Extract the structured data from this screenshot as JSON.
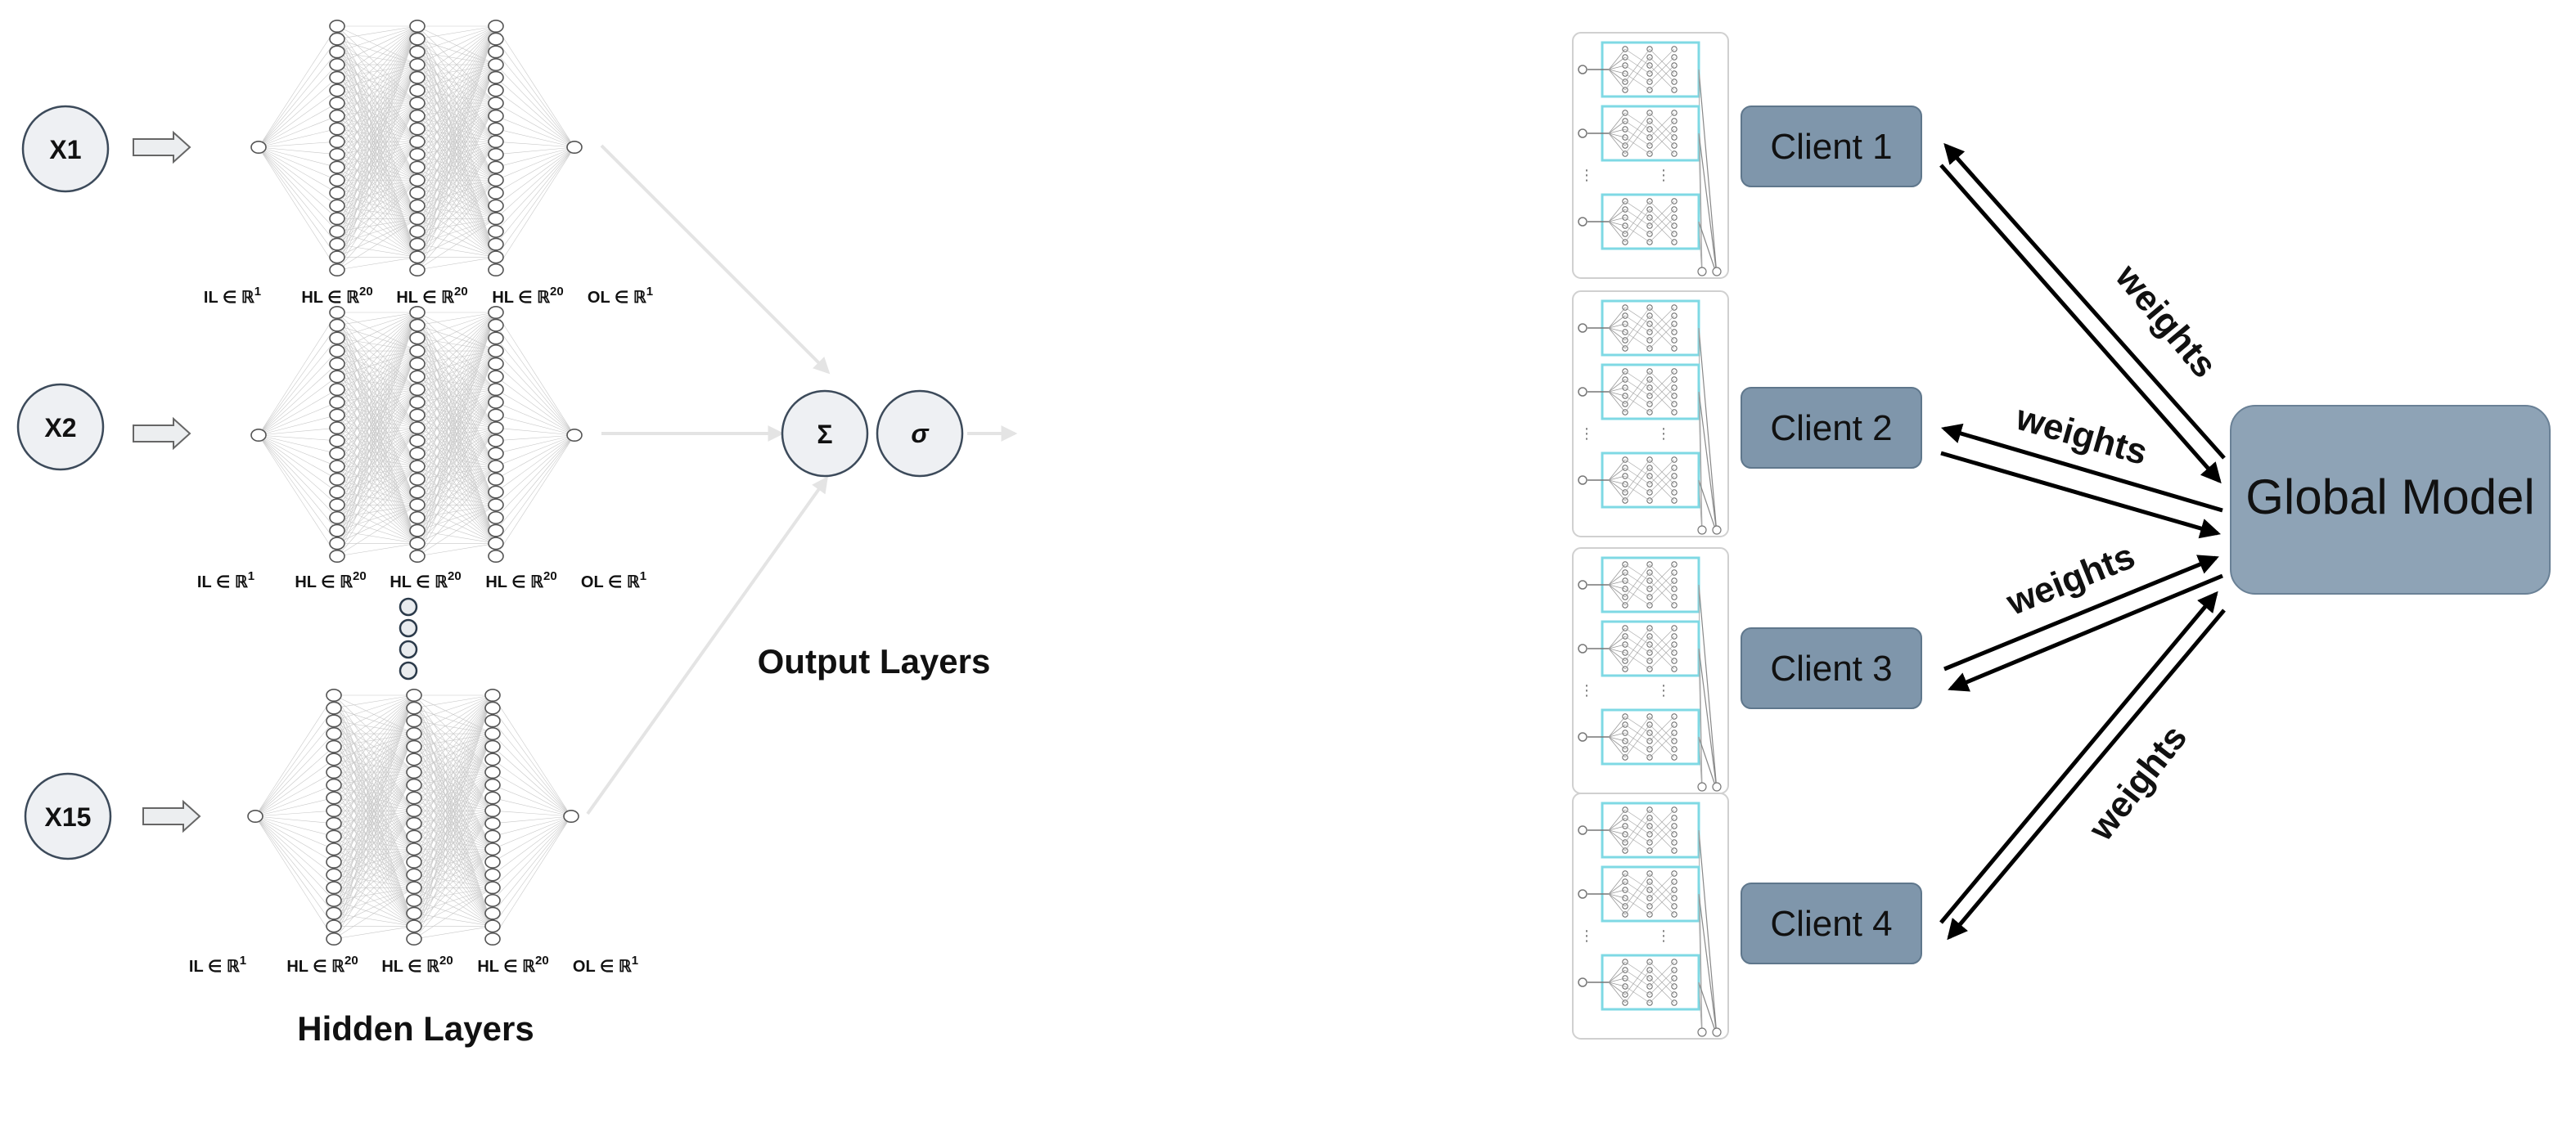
{
  "inputs": [
    "X1",
    "X2",
    "X15"
  ],
  "layer_labels": {
    "il": "IL",
    "hl": "HL",
    "ol": "OL",
    "in_symbol": "∈",
    "real_symbol": "ℝ",
    "dim_1": "1",
    "dim_20": "20"
  },
  "aggregation": {
    "sum": "Σ",
    "sigma": "σ"
  },
  "captions": {
    "hidden_layers": "Hidden Layers",
    "output_layers": "Output Layers"
  },
  "federated": {
    "clients": [
      "Client 1",
      "Client 2",
      "Client 3",
      "Client 4"
    ],
    "global_model": "Global Model",
    "edge_label": "weights"
  },
  "colors": {
    "client_fill": "#7f96ab",
    "global_fill": "#8ea3b6",
    "thumbnail_accent": "#7fd9e4"
  }
}
